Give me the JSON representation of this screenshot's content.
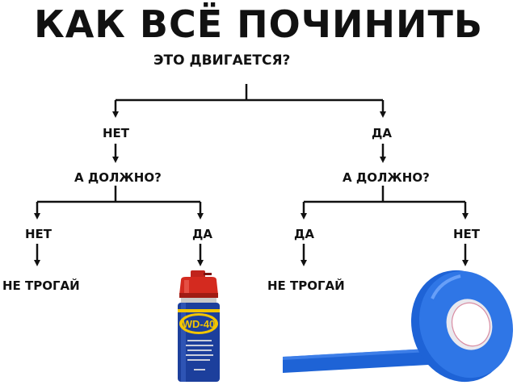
{
  "title": "КАК ВСЁ ПОЧИНИТЬ",
  "question_top": "ЭТО ДВИГАЕТСЯ?",
  "left_branch": {
    "answer": "НЕТ",
    "question": "А ДОЛЖНО?",
    "no_answer": "НЕТ",
    "no_result": "НЕ ТРОГАЙ",
    "yes_answer": "ДА",
    "yes_result_icon": "wd40-spray-can",
    "can_label": "WD-40"
  },
  "right_branch": {
    "answer": "ДА",
    "question": "А ДОЛЖНО?",
    "yes_answer": "ДА",
    "yes_result": "НЕ ТРОГАЙ",
    "no_answer": "НЕТ",
    "no_result_icon": "blue-duct-tape"
  },
  "colors": {
    "line": "#111111",
    "tape": "#1e63d6",
    "can_blue": "#1c3f9c",
    "can_cap": "#d42a1f",
    "can_yellow": "#f2c500"
  }
}
